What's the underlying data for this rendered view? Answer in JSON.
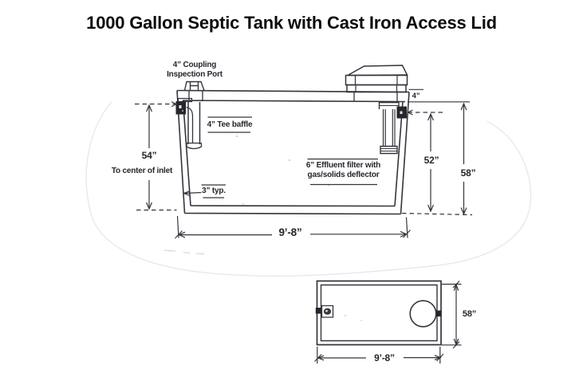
{
  "title": "1000 Gallon Septic Tank with Cast Iron Access Lid",
  "side_view": {
    "coupling_label": {
      "line1": "4” Coupling",
      "line2": "Inspection Port"
    },
    "tee_baffle_label": "4” Tee baffle",
    "effluent_label": {
      "line1": "6” Effluent filter with",
      "line2": "gas/solids deflector"
    },
    "wall_thickness_label": "3” typ.",
    "inlet_height": "54”",
    "inlet_height_caption": "To center of inlet",
    "outlet_offset": "4”",
    "outlet_height": "52”",
    "overall_height": "58”",
    "overall_length": "9’-8”"
  },
  "plan_view": {
    "width": "58”",
    "length": "9’-8”"
  },
  "colors": {
    "ink": "#34343c",
    "coupling_fill": "#26262c",
    "text": "#26262c",
    "title_text": "#0c0c0c",
    "background": "#ffffff",
    "scan_artifact": "#e9e9eb"
  }
}
